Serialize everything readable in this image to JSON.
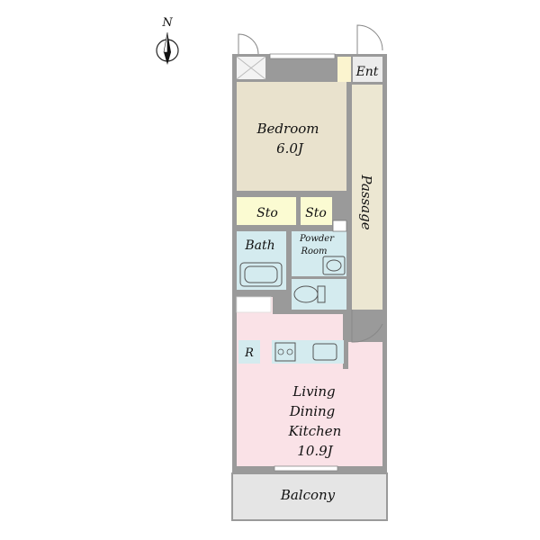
{
  "compass": {
    "label": "N",
    "icon": "north-arrow-icon"
  },
  "rooms": {
    "entrance": "Ent",
    "bedroom_name": "Bedroom",
    "bedroom_size": "6.0J",
    "storage_left": "Sto",
    "storage_right": "Sto",
    "passage": "Passage",
    "bath": "Bath",
    "powder_line1": "Powder",
    "powder_line2": "Room",
    "refrigerator": "R",
    "living_line1": "Living",
    "living_line2": "Dining",
    "living_line3": "Kitchen",
    "living_size": "10.9J",
    "balcony": "Balcony"
  },
  "colors": {
    "bedroom": "#e9e2cd",
    "storage": "#fbfbd2",
    "passage": "#ece7d2",
    "wet_area": "#d4ebef",
    "living": "#fae2e7",
    "balcony": "#e5e5e5",
    "entrance": "#fbf4cf",
    "wall": "#9a9a9a"
  }
}
